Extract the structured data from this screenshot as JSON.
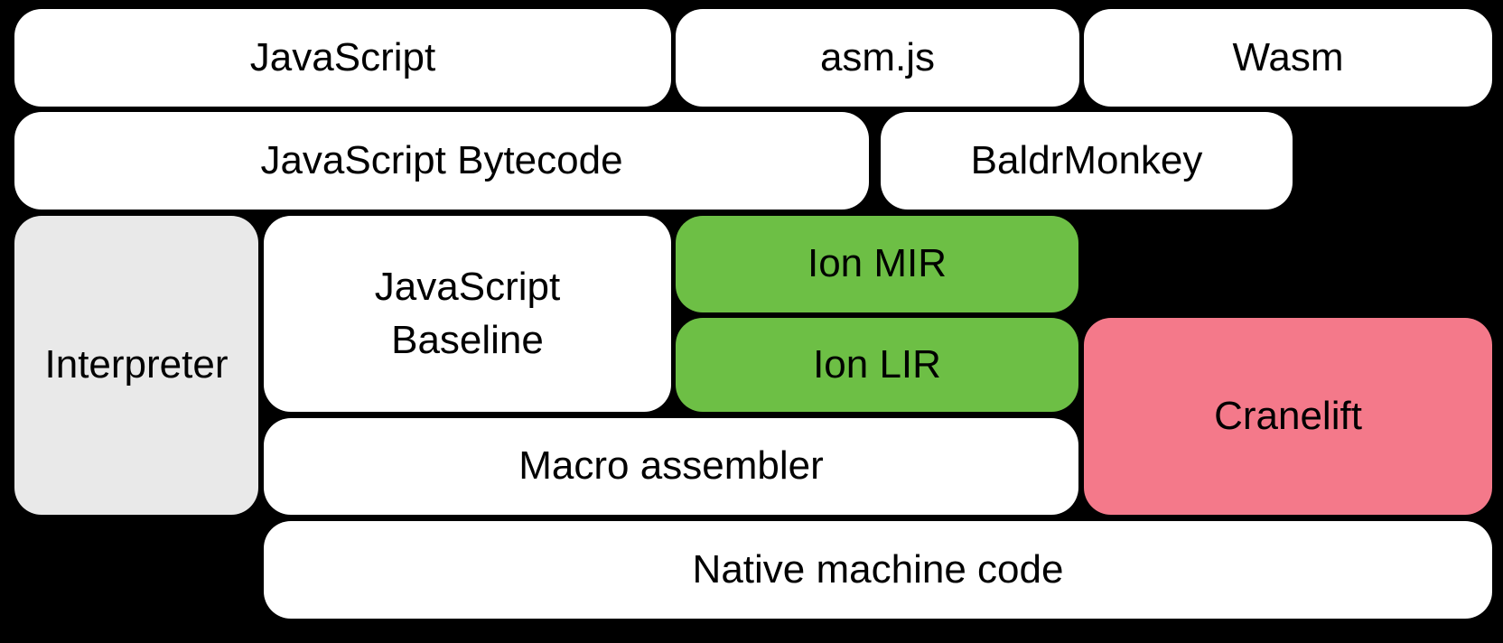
{
  "diagram": {
    "description": "Compiler pipeline block diagram",
    "background_color": "#000000",
    "text_color": "#000000",
    "colors": {
      "default_box": "#ffffff",
      "interpreter_box": "#e9e9e9",
      "ion_box": "#6dbf45",
      "cranelift_box": "#f4798a"
    },
    "nodes": {
      "javascript": {
        "label": "JavaScript",
        "color": "#ffffff"
      },
      "asmjs": {
        "label": "asm.js",
        "color": "#ffffff"
      },
      "wasm": {
        "label": "Wasm",
        "color": "#ffffff"
      },
      "bytecode": {
        "label": "JavaScript Bytecode",
        "color": "#ffffff"
      },
      "baldrmonkey": {
        "label": "BaldrMonkey",
        "color": "#ffffff"
      },
      "interpreter": {
        "label": "Interpreter",
        "color": "#e9e9e9"
      },
      "baseline": {
        "label": "JavaScript\nBaseline",
        "color": "#ffffff"
      },
      "ion_mir": {
        "label": "Ion MIR",
        "color": "#6dbf45"
      },
      "ion_lir": {
        "label": "Ion LIR",
        "color": "#6dbf45"
      },
      "cranelift": {
        "label": "Cranelift",
        "color": "#f4798a"
      },
      "macro_assembler": {
        "label": "Macro assembler",
        "color": "#ffffff"
      },
      "native_machine_code": {
        "label": "Native machine code",
        "color": "#ffffff"
      }
    }
  }
}
